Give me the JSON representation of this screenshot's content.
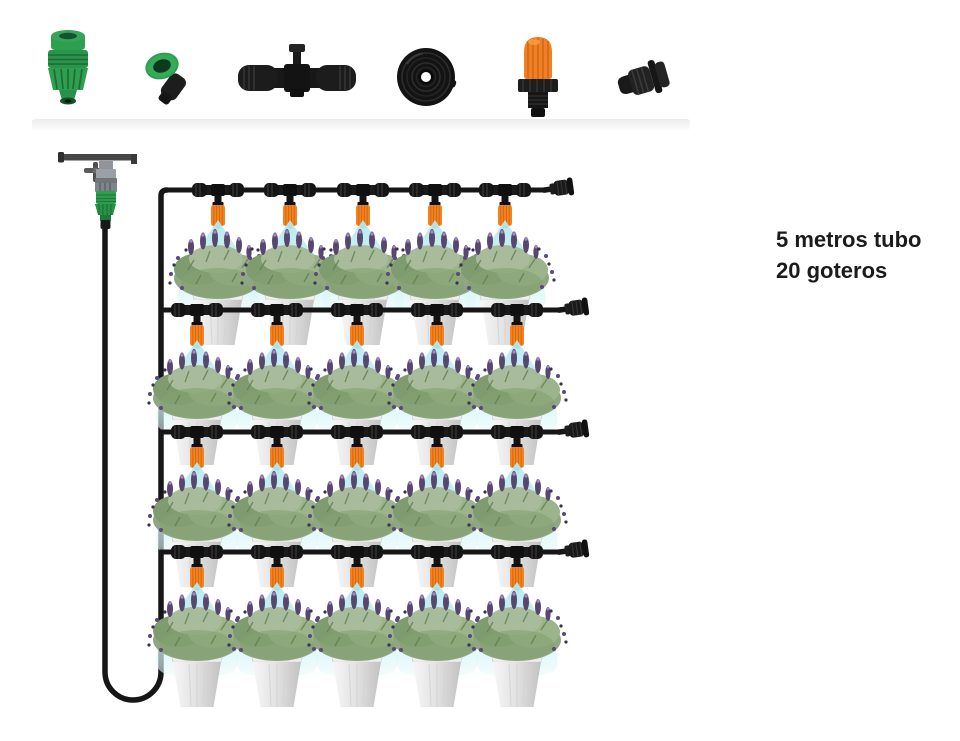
{
  "annotation": {
    "line1": "5 metros tubo",
    "line2": "20 goteros"
  },
  "kit_components": [
    {
      "icon": "hose-quick-connector-icon",
      "color": "#2e9e4f"
    },
    {
      "icon": "threaded-faucet-adapter-icon",
      "color": "#2e9e4f"
    },
    {
      "icon": "tee-connector-icon",
      "color": "#1b1b1b"
    },
    {
      "icon": "tubing-coil-icon",
      "color": "#141414"
    },
    {
      "icon": "adjustable-mist-dripper-icon",
      "color": "#f58220"
    },
    {
      "icon": "end-plug-icon",
      "color": "#1b1b1b"
    }
  ],
  "diagram": {
    "row_count": 4,
    "drippers_per_row": 5,
    "total_drippers": 20,
    "total_plants": 20,
    "colors": {
      "tube_black": "#161616",
      "dripper_orange": "#f58220",
      "spray_cyan": "#bfeef2",
      "connector_green": "#2e9e4f",
      "pot_gray": "#e3e3e3",
      "foliage_green": "#8fa682",
      "flower_purple": "#57466e"
    }
  }
}
